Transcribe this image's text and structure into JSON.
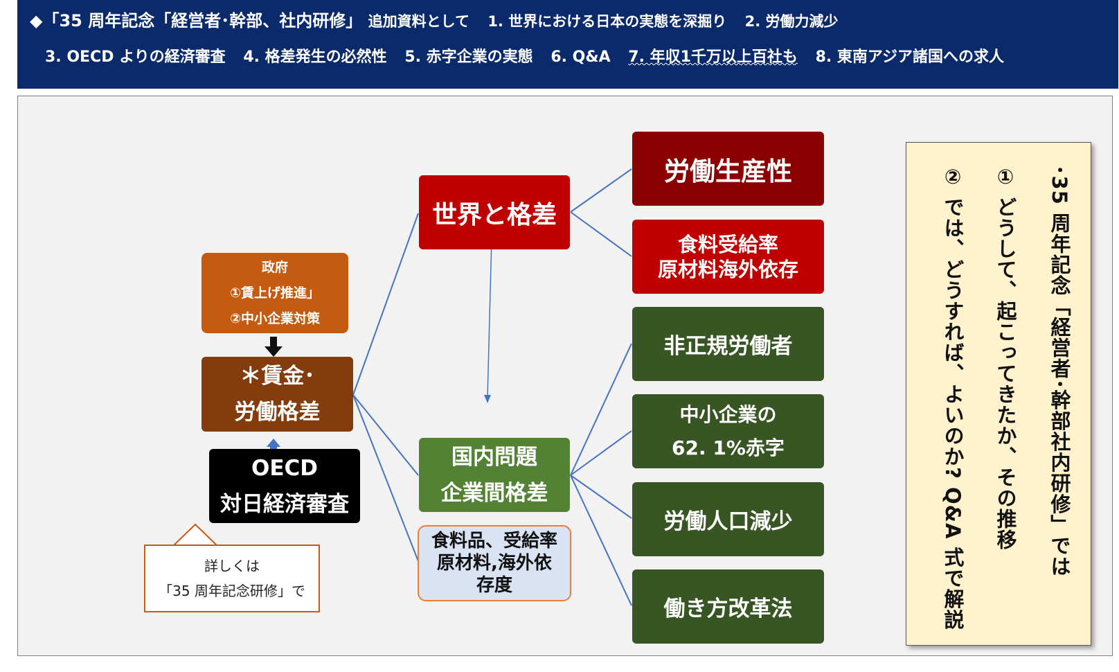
{
  "header": {
    "line1_main": "◆「35 周年記念「経営者･幹部、社内研修」",
    "line1_sub": "追加資料として",
    "items": [
      "1. 世界における日本の実態を深掘り",
      "2.  労働力減少",
      "3. OECD よりの経済審査",
      "4. 格差発生の必然性",
      "5. 赤字企業の実態",
      "6. Q&A",
      "7. 年収1千万以上百社も",
      "8. 東南アジア諸国への求人"
    ]
  },
  "diagram": {
    "gov": [
      "政府",
      "①賃上げ推進」",
      "②中小企業対策"
    ],
    "wage": [
      "＊賃金･",
      "労働格差"
    ],
    "oecd": [
      "OECD",
      "対日経済審査"
    ],
    "callout": [
      "詳しくは",
      "「35 周年記念研修」で"
    ],
    "world": "世界と格差",
    "domestic": [
      "国内問題",
      "企業間格差"
    ],
    "food_note": [
      "食料品、受給率",
      "原材料,海外依",
      "存度"
    ],
    "productivity": "労働生産性",
    "food": [
      "食料受給率",
      "原材料海外依存"
    ],
    "nonregular": "非正規労働者",
    "sme": [
      "中小企業の",
      "62. 1%赤字"
    ],
    "population": "労働人口減少",
    "reform": "働き方改革法"
  },
  "note": {
    "col1": "･35 周年記念「経営者･幹部社内研修」では",
    "col2": "① どうして、起こってきたか、その推移",
    "col3": "② では、どうすれば、よいのか?  Q&A 式で解説"
  },
  "colors": {
    "header_bg": "#0a2a6c",
    "red_dark": "#8b0000",
    "red": "#c00000",
    "green": "#375623",
    "green_light": "#548235",
    "orange": "#c55a11",
    "brown": "#843c0c",
    "connector": "#4472c4",
    "note_bg": "#fff2cc"
  }
}
